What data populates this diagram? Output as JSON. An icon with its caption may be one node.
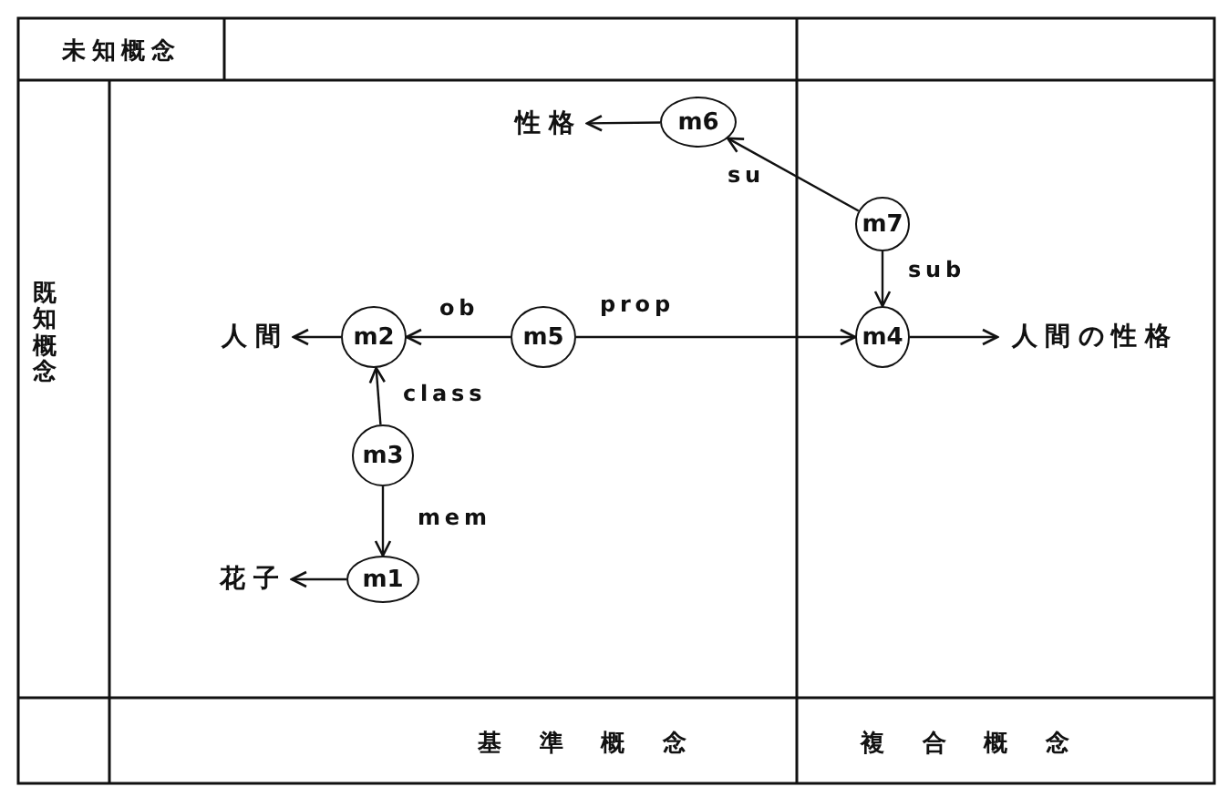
{
  "diagram": {
    "nodes": [
      {
        "text": [
          "性格"
        ]
      },
      {
        "text": [
          "m6"
        ]
      },
      {
        "text": [
          "m7"
        ]
      },
      {
        "text": [
          "人間"
        ]
      },
      {
        "text": [
          "m2"
        ]
      },
      {
        "text": [
          "m5"
        ]
      },
      {
        "text": [
          "m4"
        ]
      },
      {
        "text": [
          "人間の性格"
        ]
      },
      {
        "text": [
          "m3"
        ]
      },
      {
        "text": [
          "花子"
        ]
      },
      {
        "text": [
          "m1"
        ]
      }
    ],
    "edges": [
      {
        "from": 1,
        "to": 0,
        "arrow": "to"
      },
      {
        "from": 2,
        "to": 1,
        "arrow": "to",
        "label": "su"
      },
      {
        "from": 2,
        "to": 6,
        "arrow": "to",
        "label": "sub"
      },
      {
        "from": 5,
        "to": 4,
        "arrow": "to",
        "label": "ob"
      },
      {
        "from": 5,
        "to": 6,
        "arrow": "to",
        "label": "prop"
      },
      {
        "from": 4,
        "to": 3,
        "arrow": "to"
      },
      {
        "from": 6,
        "to": 7,
        "arrow": "to"
      },
      {
        "from": 8,
        "to": 4,
        "arrow": "to",
        "label": "class"
      },
      {
        "from": 8,
        "to": 10,
        "arrow": "to",
        "label": "mem"
      },
      {
        "from": 10,
        "to": 9,
        "arrow": "to"
      }
    ],
    "labels": [
      "未知概念",
      "既知概念",
      "基準概念",
      "複合概念"
    ]
  }
}
